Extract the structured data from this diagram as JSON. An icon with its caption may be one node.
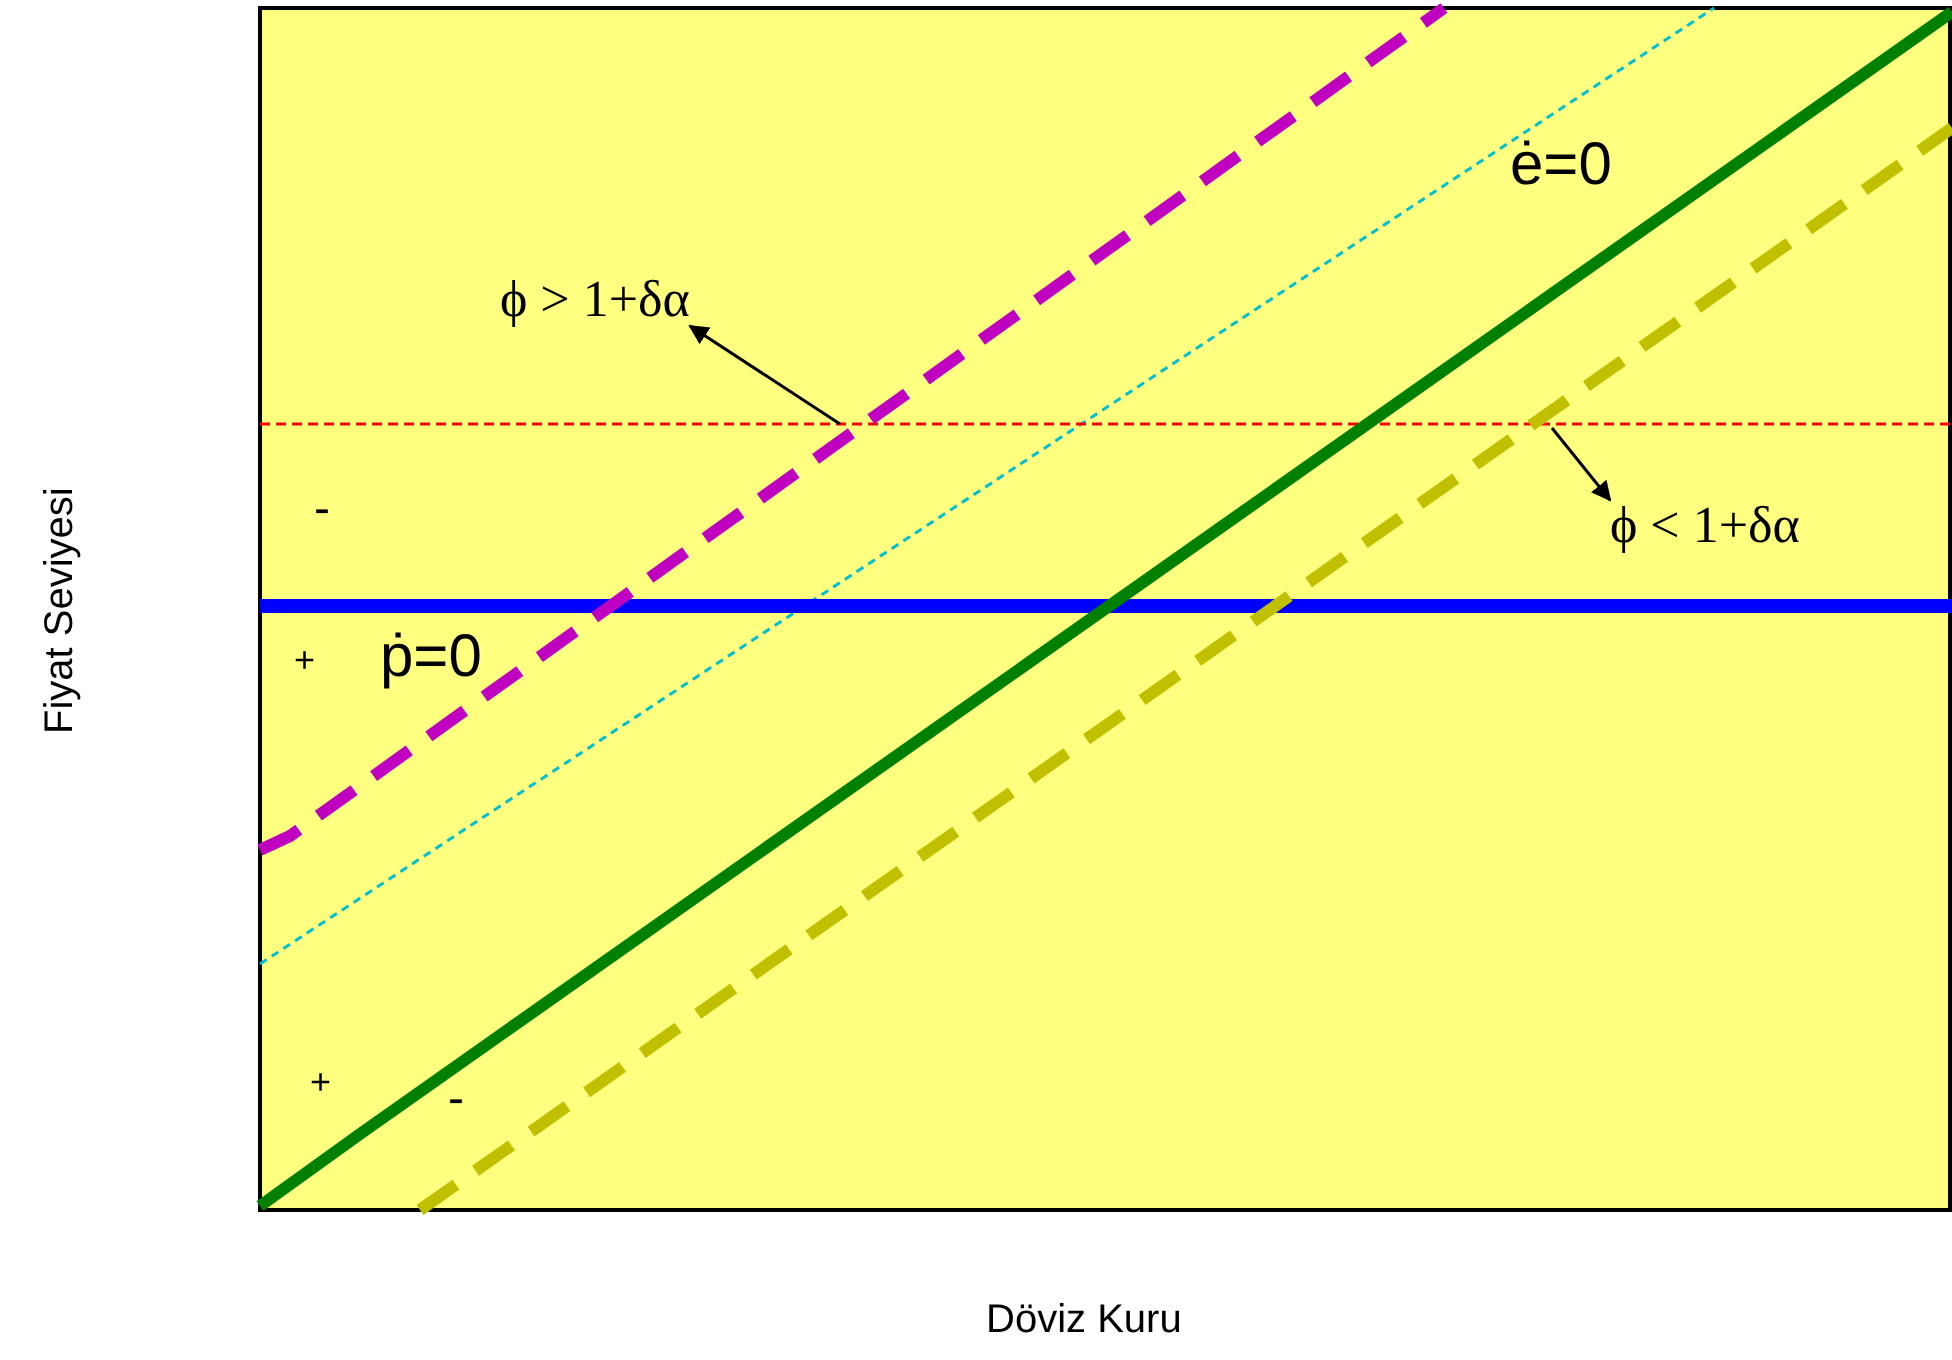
{
  "diagram": {
    "nodes": [
      {
        "text": [
          "ϕ > 1+δα"
        ]
      },
      {
        "text": [
          "ϕ < 1+δα"
        ]
      }
    ],
    "edges": [
      {
        "from": null,
        "to": 0,
        "arrow": "to"
      },
      {
        "from": null,
        "to": 1,
        "arrow": "to"
      }
    ],
    "labels": [
      "ė=0",
      "-",
      "+",
      "ṗ=0",
      "+",
      "-",
      "Döviz Kuru",
      "Fiyat Seviyesi"
    ]
  }
}
